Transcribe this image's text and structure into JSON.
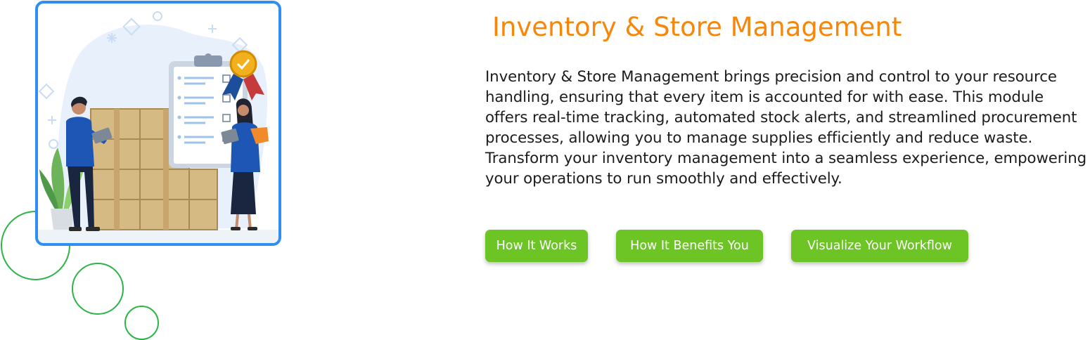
{
  "section": {
    "title": "Inventory & Store Management",
    "description": "Inventory & Store Management brings precision and control to your resource handling, ensuring that every item is accounted for with ease. This module offers real-time tracking, automated stock alerts, and streamlined procurement processes, allowing you to manage supplies efficiently and reduce waste. Transform your inventory management into a seamless experience, empowering your operations to run smoothly and effectively."
  },
  "buttons": [
    {
      "label": "How It Works"
    },
    {
      "label": "How It Benefits You"
    },
    {
      "label": "Visualize Your Workflow"
    }
  ],
  "colors": {
    "title": "#f7870a",
    "button": "#6cc524",
    "card_border": "#2f8ef0",
    "decorative_circles": "#2db34a"
  },
  "illustration": {
    "subject": "inventory-checklist-illustration",
    "icons": [
      "clipboard-checklist-icon",
      "award-medal-icon",
      "cardboard-boxes",
      "plant-pot-icon",
      "worker-with-tablet",
      "worker-with-clipboard"
    ]
  }
}
